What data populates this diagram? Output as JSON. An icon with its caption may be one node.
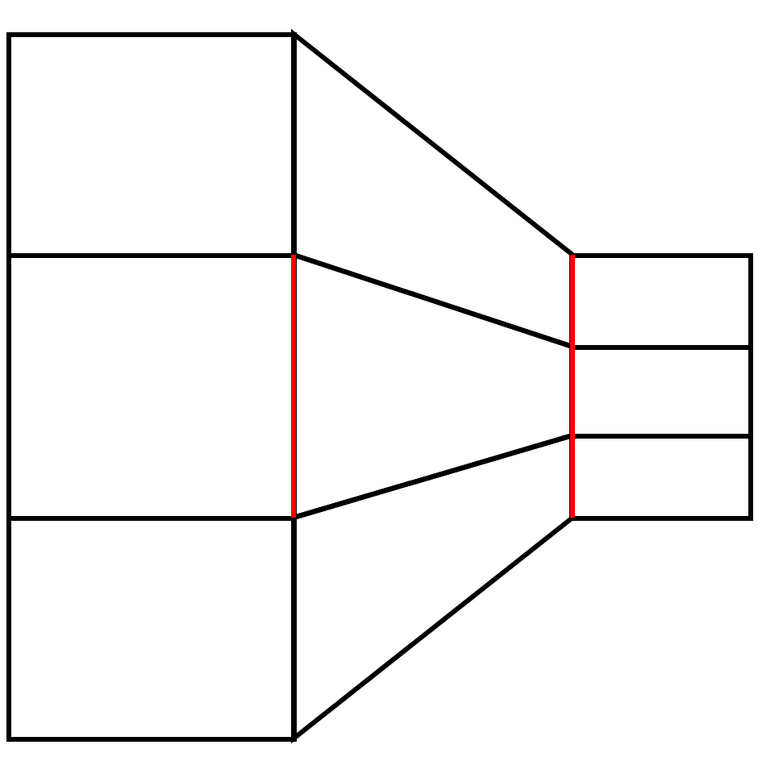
{
  "diagram": {
    "nodes": [
      {
        "text": [],
        "shape": "box"
      },
      {
        "text": [],
        "shape": "box"
      },
      {
        "text": [],
        "shape": "box"
      },
      {
        "text": [],
        "shape": "quadrilateral"
      },
      {
        "text": [],
        "shape": "quadrilateral"
      },
      {
        "text": [],
        "shape": "quadrilateral"
      },
      {
        "text": [],
        "shape": "box"
      },
      {
        "text": [],
        "shape": "box"
      },
      {
        "text": [],
        "shape": "box"
      }
    ]
  }
}
